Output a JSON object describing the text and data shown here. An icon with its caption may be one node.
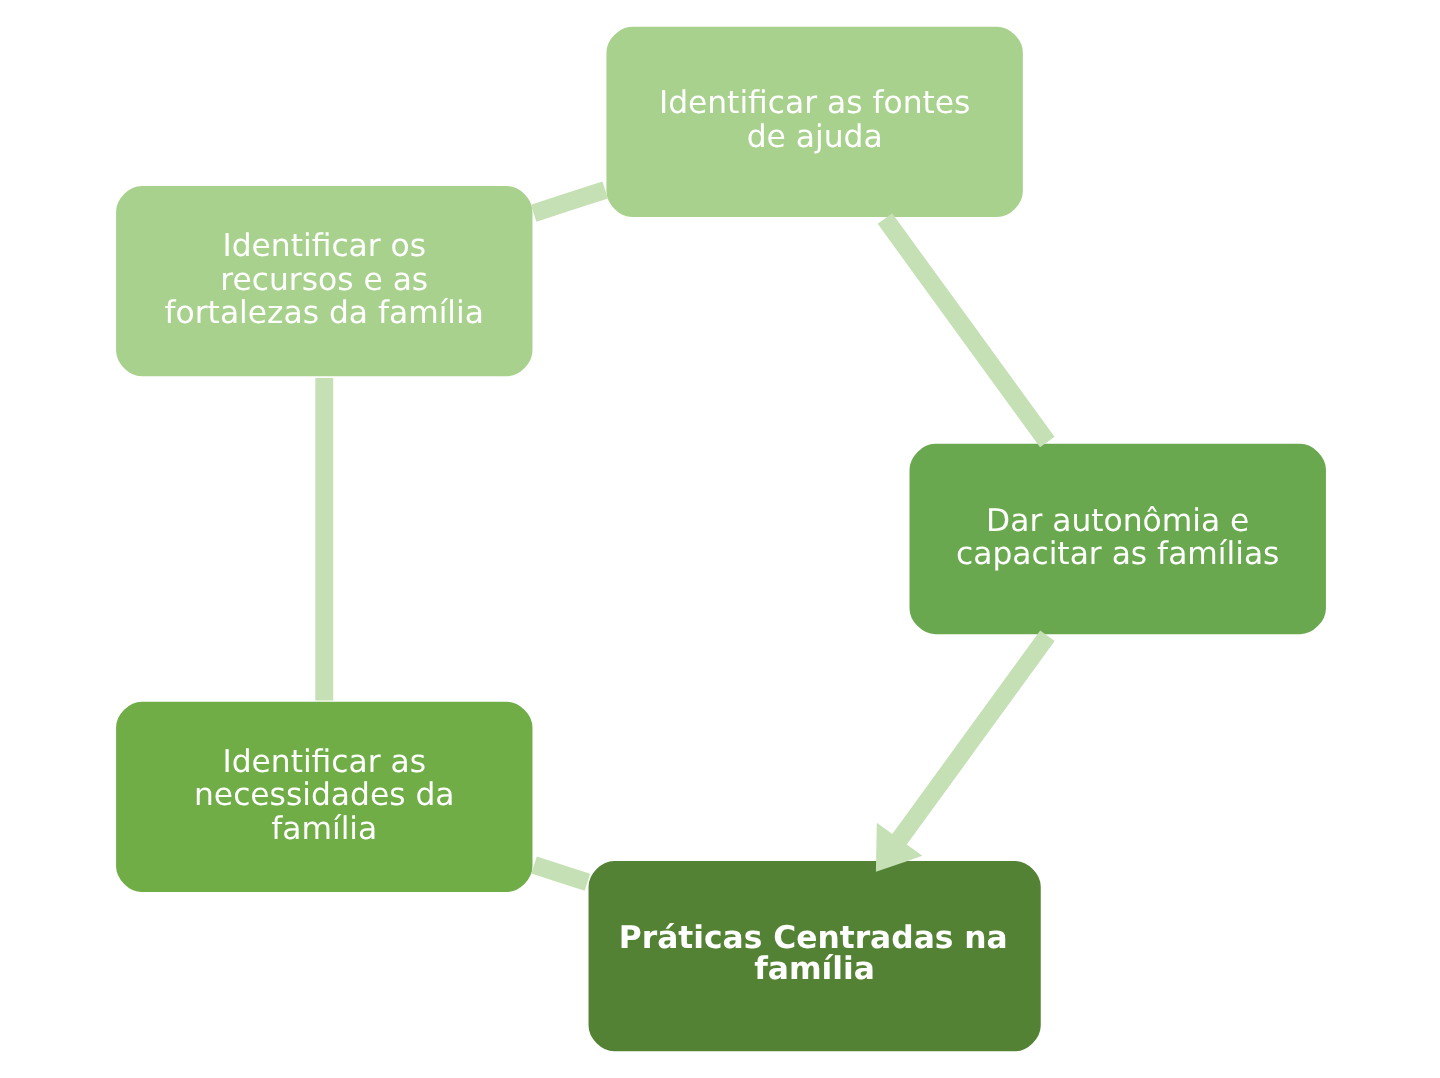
{
  "diagram": {
    "nodes": [
      {
        "text": [
          "Práticas Centradas na família"
        ]
      },
      {
        "text": [
          "Identificar as necessidades da família"
        ]
      },
      {
        "text": [
          "Identificar os recursos e as fortalezas da família"
        ]
      },
      {
        "text": [
          "Identificar as fontes de ajuda"
        ]
      },
      {
        "text": [
          "Dar autonômia e capacitar as famílias"
        ]
      }
    ],
    "edges": [
      {
        "from": 0,
        "to": 1,
        "arrow": "none"
      },
      {
        "from": 1,
        "to": 2,
        "arrow": "none"
      },
      {
        "from": 2,
        "to": 3,
        "arrow": "none"
      },
      {
        "from": 3,
        "to": 4,
        "arrow": "none"
      },
      {
        "from": 4,
        "to": 0,
        "arrow": "to"
      }
    ]
  }
}
